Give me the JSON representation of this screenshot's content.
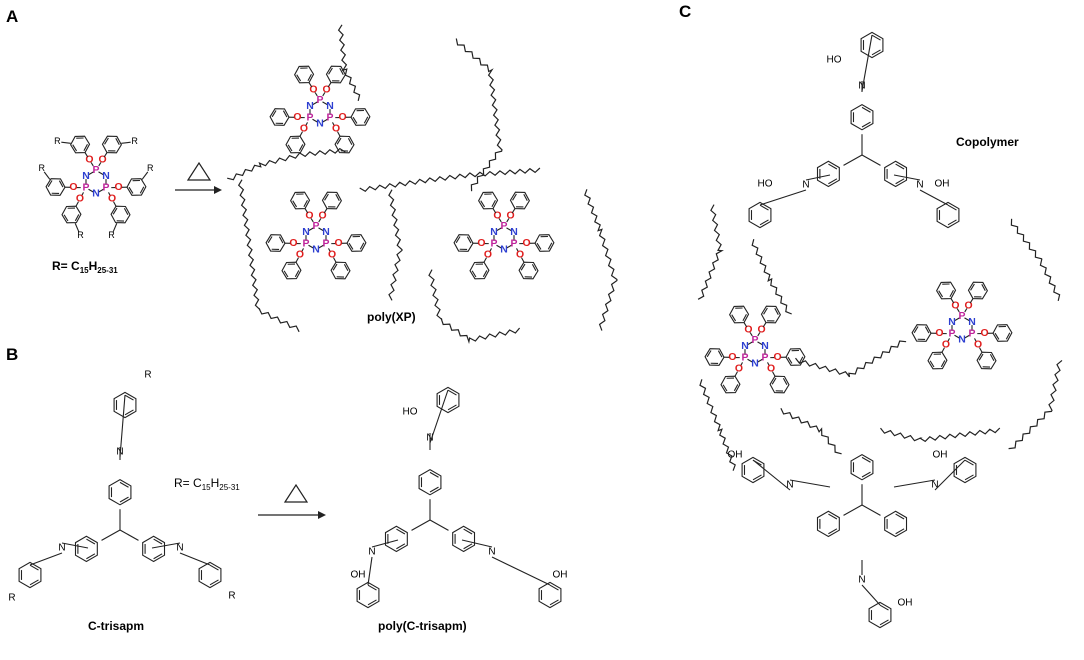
{
  "panels": {
    "a": "A",
    "b": "B",
    "c": "C"
  },
  "panel_a": {
    "substituent": "R",
    "r_definition_prefix": "R= C",
    "r_sub1": "15",
    "r_mid": "H",
    "r_sub2": "25-31",
    "product_label": "poly(XP)"
  },
  "panel_b": {
    "substituent": "R",
    "r_definition_prefix": "R= C",
    "r_sub1": "15",
    "r_mid": "H",
    "r_sub2": "25-31",
    "monomer_label": "C-trisapm",
    "product_label": "poly(C-trisapm)",
    "hydroxyl": "HO",
    "hydroxyl_alt": "OH"
  },
  "panel_c": {
    "title": "Copolymer",
    "hydroxyl": "HO",
    "hydroxyl_alt": "OH"
  },
  "atoms": {
    "phosphorus": "P",
    "nitrogen": "N",
    "oxygen": "O",
    "amine": "N"
  },
  "colors": {
    "phosphorus": "#c0249c",
    "nitrogen": "#2d3fd0",
    "oxygen": "#e01d1d",
    "bond": "#222222"
  }
}
